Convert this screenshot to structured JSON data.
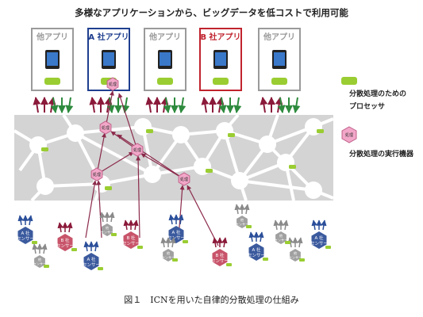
{
  "title": "多様なアプリケーションから、ビッグデータを低コストで利用可能",
  "caption": "図１　ICNを用いた自律的分散処理の仕組み",
  "apps": [
    {
      "label": "他アプリ",
      "color": "#9a9a9a"
    },
    {
      "label": "A 社アプリ",
      "color": "#1f3f8f"
    },
    {
      "label": "他アプリ",
      "color": "#9a9a9a"
    },
    {
      "label": "B 社アプリ",
      "color": "#c0232e"
    },
    {
      "label": "他アプリ",
      "color": "#9a9a9a"
    }
  ],
  "process_label": "処理",
  "legend": {
    "processor_line1": "分散処理のための",
    "processor_line2": "プロセッサ",
    "device": "分散処理の実行機器"
  },
  "sensors": {
    "a_line1": "A 社",
    "b_line1": "B 社",
    "other_line1": "他",
    "line2": "センサー"
  },
  "colors": {
    "up_arrow": "#8b1a3a",
    "down_arrow": "#2e8b3e",
    "network_bg": "#d4d4d4",
    "processor": "#9acd32",
    "device": "#f2a6c8",
    "sensor_a": "#3b5a9e",
    "sensor_b": "#c8546a",
    "sensor_other": "#a0a0a0"
  }
}
